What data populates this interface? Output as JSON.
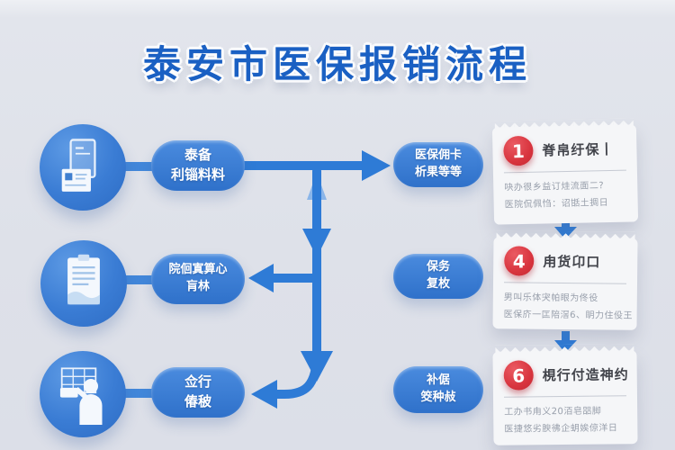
{
  "title": "泰安市医保报销流程",
  "colors": {
    "title_blue": "#1a60c3",
    "node_blue": "#3a7cd4",
    "connector_blue": "#2e7bd6",
    "badge_red": "#d8343e",
    "card_background": "#f5f6f8",
    "page_background": "#dee1e9"
  },
  "left_column": {
    "steps": [
      {
        "icon": "documents-icon",
        "line1": "泰备",
        "line2": "利锱料料"
      },
      {
        "icon": "clipboard-icon",
        "line1": "院佪寘算心",
        "line2": "肓林"
      },
      {
        "icon": "person-presenting-icon",
        "line1": "佥行",
        "line2": "偆秛"
      }
    ]
  },
  "middle_column": {
    "steps": [
      {
        "line1": "医保佣卡",
        "line2": "析果等等"
      },
      {
        "line1": "保务",
        "line2": "复枚"
      },
      {
        "line1": "补倨",
        "line2": "筊种敊"
      }
    ]
  },
  "right_column": {
    "cards": [
      {
        "number": "1",
        "heading": "脊帛纡保丨",
        "body_line1": "吷办很乡益订烓流面二?",
        "body_line2": "医院侃佩㤘：诏甛土㨄日"
      },
      {
        "number": "4",
        "heading": "甪货卬口",
        "body_line1": "男叫乐体宊帕眼为佟役",
        "body_line2": "医保庎一匞陪滘6、眀力住伇王"
      },
      {
        "number": "6",
        "heading": "梘行付造神约",
        "body_line1": "工办书甪义20洦皂㗊脚",
        "body_line2": "医捷悠劣腴彿企蚏娭倞洋日"
      }
    ]
  }
}
